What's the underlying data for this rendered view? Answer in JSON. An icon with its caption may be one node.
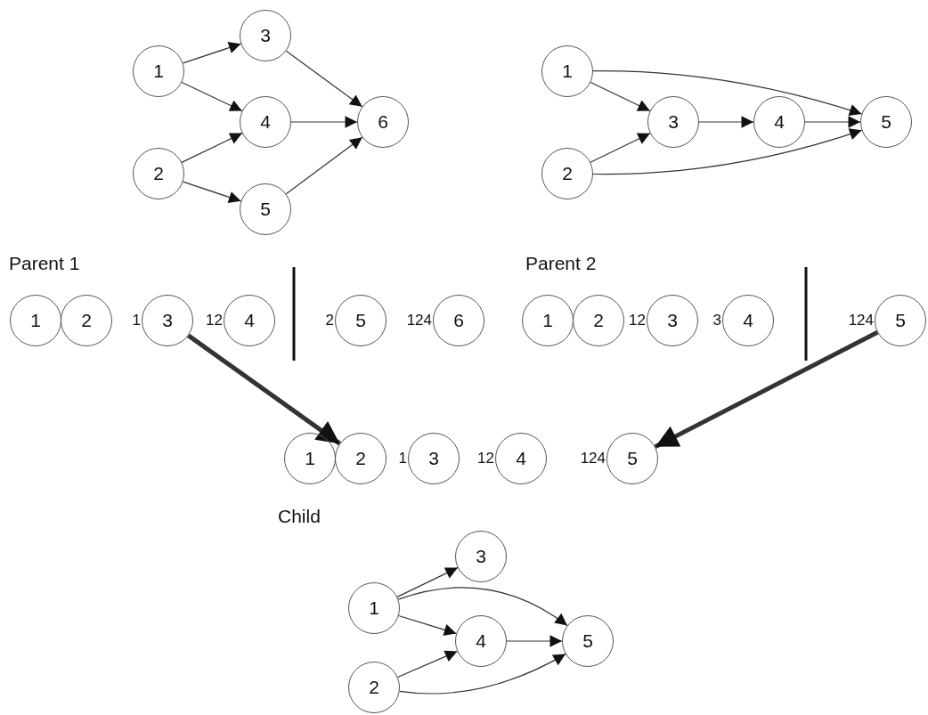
{
  "diagram": {
    "nodes": [
      {
        "text": [
          "1"
        ]
      },
      {
        "text": [
          "2"
        ]
      },
      {
        "text": [
          "3"
        ]
      },
      {
        "text": [
          "4"
        ]
      },
      {
        "text": [
          "5"
        ]
      },
      {
        "text": [
          "6"
        ]
      },
      {
        "text": [
          "1"
        ]
      },
      {
        "text": [
          "2"
        ]
      },
      {
        "text": [
          "3"
        ]
      },
      {
        "text": [
          "4"
        ]
      },
      {
        "text": [
          "5"
        ]
      },
      {
        "text": [
          "1"
        ]
      },
      {
        "text": [
          "2"
        ]
      },
      {
        "text": [
          "3"
        ],
        "beside": [
          "1"
        ]
      },
      {
        "text": [
          "4"
        ],
        "beside": [
          "12"
        ]
      },
      {
        "text": [
          "5"
        ],
        "beside": [
          "2"
        ]
      },
      {
        "text": [
          "6"
        ],
        "beside": [
          "124"
        ]
      },
      {
        "text": [
          "1"
        ]
      },
      {
        "text": [
          "2"
        ]
      },
      {
        "text": [
          "3"
        ],
        "beside": [
          "12"
        ]
      },
      {
        "text": [
          "4"
        ],
        "beside": [
          "3"
        ]
      },
      {
        "text": [
          "5"
        ],
        "beside": [
          "124"
        ]
      },
      {
        "text": [
          "1"
        ]
      },
      {
        "text": [
          "2"
        ]
      },
      {
        "text": [
          "3"
        ],
        "beside": [
          "1"
        ]
      },
      {
        "text": [
          "4"
        ],
        "beside": [
          "12"
        ]
      },
      {
        "text": [
          "5"
        ],
        "beside": [
          "124"
        ]
      },
      {
        "text": [
          "1"
        ]
      },
      {
        "text": [
          "2"
        ]
      },
      {
        "text": [
          "3"
        ]
      },
      {
        "text": [
          "4"
        ]
      },
      {
        "text": [
          "5"
        ]
      }
    ],
    "edges": [
      {
        "from": 0,
        "to": 2,
        "arrow": "to"
      },
      {
        "from": 0,
        "to": 3,
        "arrow": "to"
      },
      {
        "from": 1,
        "to": 3,
        "arrow": "to"
      },
      {
        "from": 1,
        "to": 4,
        "arrow": "to"
      },
      {
        "from": 2,
        "to": 5,
        "arrow": "to"
      },
      {
        "from": 3,
        "to": 5,
        "arrow": "to"
      },
      {
        "from": 4,
        "to": 5,
        "arrow": "to"
      },
      {
        "from": 6,
        "to": 10,
        "arrow": "to"
      },
      {
        "from": 6,
        "to": 8,
        "arrow": "to"
      },
      {
        "from": 7,
        "to": 8,
        "arrow": "to"
      },
      {
        "from": 8,
        "to": 9,
        "arrow": "to"
      },
      {
        "from": 9,
        "to": 10,
        "arrow": "to"
      },
      {
        "from": 7,
        "to": 10,
        "arrow": "to"
      },
      {
        "from": 13,
        "to": 23,
        "arrow": "to",
        "style": "thick"
      },
      {
        "from": 21,
        "to": 26,
        "arrow": "to",
        "style": "thick"
      },
      {
        "from": 27,
        "to": 29,
        "arrow": "to"
      },
      {
        "from": 27,
        "to": 30,
        "arrow": "to"
      },
      {
        "from": 27,
        "to": 31,
        "arrow": "to"
      },
      {
        "from": 28,
        "to": 30,
        "arrow": "to"
      },
      {
        "from": 28,
        "to": 31,
        "arrow": "to"
      },
      {
        "from": 30,
        "to": 31,
        "arrow": "to"
      }
    ],
    "labels": [
      "Parent 1",
      "Parent 2",
      "Child"
    ]
  }
}
